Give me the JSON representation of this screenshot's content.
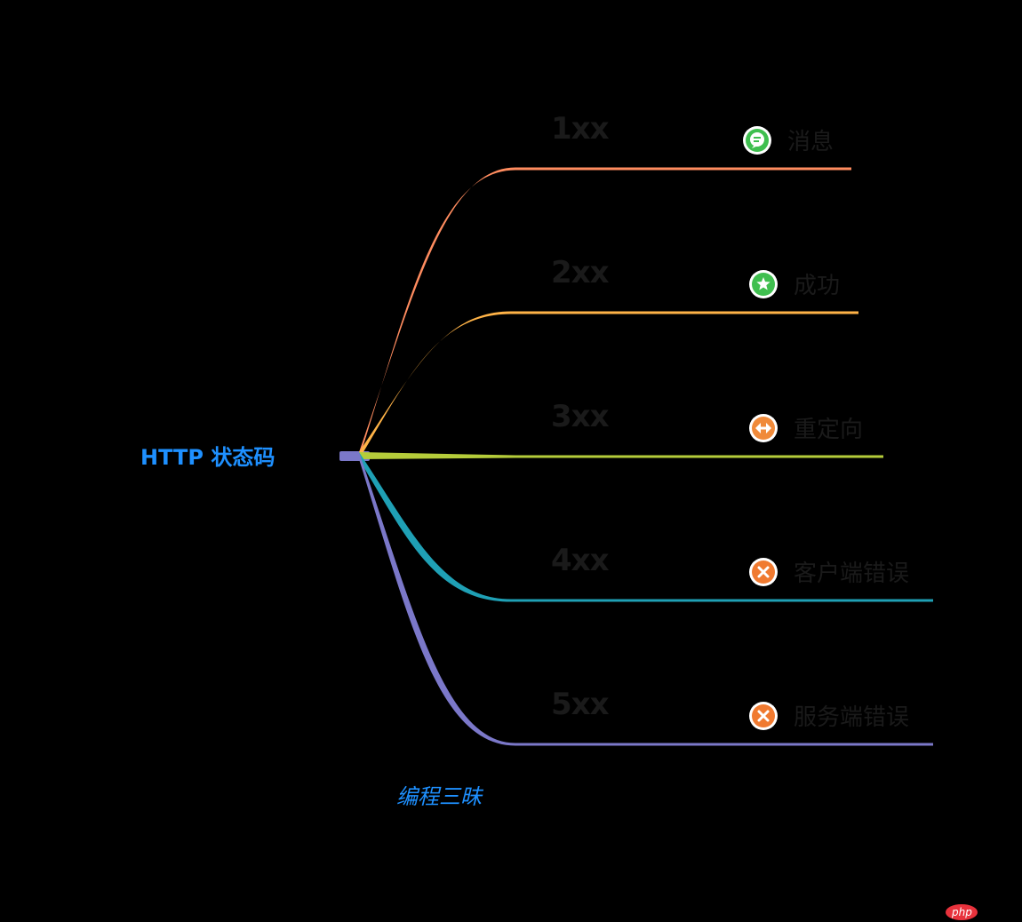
{
  "root": {
    "title": "HTTP 状态码",
    "color": "#1E90FF",
    "bar_color": "#7B78C9"
  },
  "branches": [
    {
      "code": "1xx",
      "label": "消息",
      "color": "#FF8C5F",
      "icon": "message-icon",
      "icon_color": "#3FBF4F",
      "code_color": "#1a1a1a"
    },
    {
      "code": "2xx",
      "label": "成功",
      "color": "#FFB347",
      "icon": "star-icon",
      "icon_color": "#3FBF4F",
      "code_color": "#1a1a1a"
    },
    {
      "code": "3xx",
      "label": "重定向",
      "color": "#B5CC3A",
      "icon": "redirect-arrows-icon",
      "icon_color": "#F08A3A",
      "code_color": "#1a1a1a"
    },
    {
      "code": "4xx",
      "label": "客户端错误",
      "color": "#1FA0B5",
      "icon": "error-x-icon",
      "icon_color": "#F07A30",
      "code_color": "#1a1a1a"
    },
    {
      "code": "5xx",
      "label": "服务端错误",
      "color": "#7B78C9",
      "icon": "error-x-icon",
      "icon_color": "#F07A30",
      "code_color": "#1a1a1a"
    }
  ],
  "watermark": {
    "text": "编程三昧",
    "color": "#1E90FF"
  },
  "corner_logo": {
    "text": "php",
    "color": "#E8323C"
  }
}
